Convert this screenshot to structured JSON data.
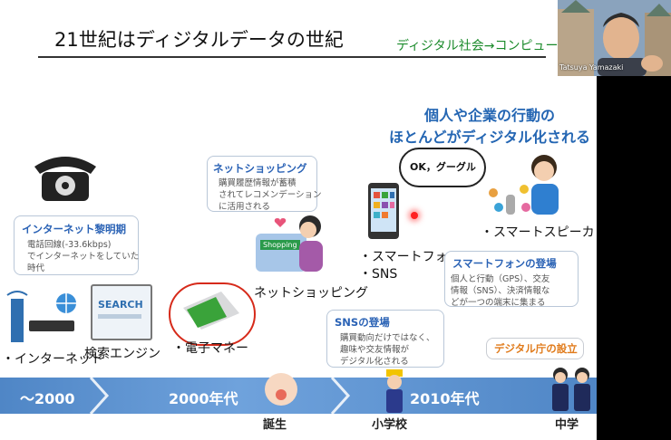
{
  "slide": {
    "title": "21世紀はディジタルデータの世紀",
    "subtitle": "ディジタル社会→コンピュータ",
    "headline_line1": "個人や企業の行動の",
    "headline_line2": "ほとんどがディジタル化される"
  },
  "boxes": {
    "internet": {
      "title": "インターネット黎明期",
      "lines": [
        "電話回線(-33.6kbps)",
        "でインターネットをしていた",
        "時代"
      ]
    },
    "shopping": {
      "title": "ネットショッピング",
      "lines": [
        "購買履歴情報が蓄積",
        "されてレコメンデーション",
        "に活用される"
      ]
    },
    "smartphone": {
      "title": "スマートフォンの登場",
      "lines": [
        "個人と行動（GPS）、交友",
        "情報（SNS）、決済情報な",
        "どが一つの端末に集まる"
      ]
    },
    "sns": {
      "title": "SNSの登場",
      "lines": [
        "購買動向だけではなく、",
        "趣味や交友情報が",
        "デジタル化される"
      ]
    },
    "agency": {
      "title": "デジタル庁の設立"
    }
  },
  "speech_bubble": "OK，グーグル",
  "labels": {
    "internet": "・インターネット",
    "search_engine": "検索エンジン",
    "search_screen": "SEARCH",
    "emoney": "・電子マネー",
    "net_shopping": "ネットショッピング",
    "shopping_screen": "Shopping",
    "smartphone": "・スマートフォン",
    "sns": "・SNS",
    "smart_speaker": "・スマートスピーカ"
  },
  "timeline": {
    "eras": [
      "〜2000",
      "2000年代",
      "2010年代"
    ],
    "milestones": [
      "誕生",
      "小学校",
      "中学"
    ]
  },
  "webcam": {
    "name": "Tatsuya Yamazaki"
  },
  "colors": {
    "accent_blue": "#2466b3",
    "green": "#1a8a2a",
    "orange": "#e07a1a",
    "timeline": "#5b93d3"
  }
}
